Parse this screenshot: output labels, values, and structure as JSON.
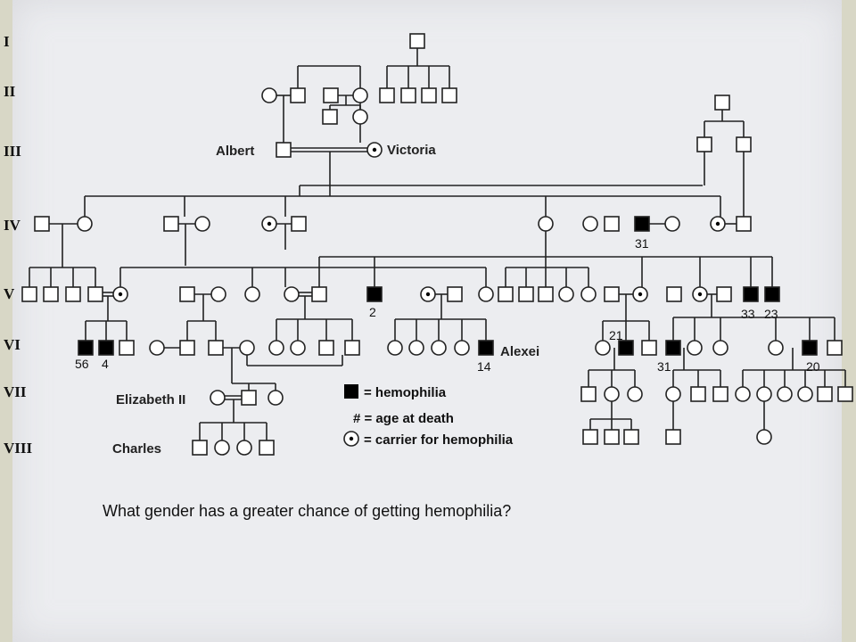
{
  "generations": [
    "I",
    "II",
    "III",
    "IV",
    "V",
    "VI",
    "VII",
    "VIII"
  ],
  "people": {
    "albert": "Albert",
    "victoria": "Victoria",
    "alexei": "Alexei",
    "elizabeth": "Elizabeth II",
    "charles": "Charles"
  },
  "ages": {
    "a31_iv": "31",
    "a2": "2",
    "a33": "33",
    "a23": "23",
    "a56": "56",
    "a4": "4",
    "a14": "14",
    "a21": "21",
    "a31_vi": "31",
    "a20": "20"
  },
  "legend": {
    "hemophilia": "= hemophilia",
    "age": "# = age at death",
    "carrier": "= carrier for hemophilia"
  },
  "question": "What gender has a greater chance of getting hemophilia?",
  "colors": {
    "line": "#222222",
    "affected_fill": "#000000",
    "symbol_fill": "#ffffff",
    "page": "#ecedf0",
    "border": "#d8d7c6"
  }
}
